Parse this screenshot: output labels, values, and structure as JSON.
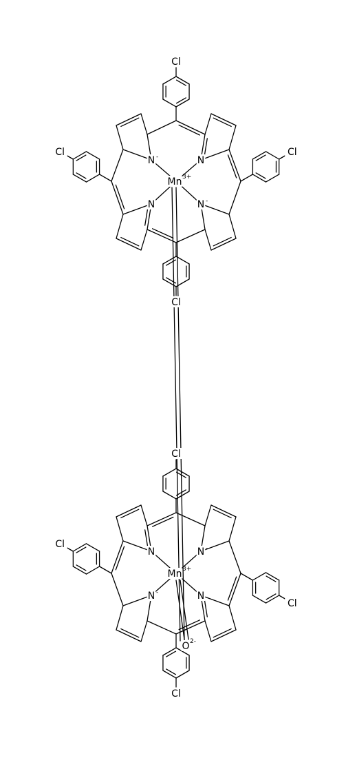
{
  "diagram": {
    "type": "chemical-structure",
    "colors": {
      "bond": "#000000",
      "label": "#000000",
      "background": "#ffffff"
    },
    "labels": {
      "chlorine": "Cl",
      "nitrogen": "N",
      "manganese": "Mn",
      "oxygen": "O",
      "charge_mn": "3+",
      "charge_n": "-",
      "charge_o": "2-"
    }
  }
}
